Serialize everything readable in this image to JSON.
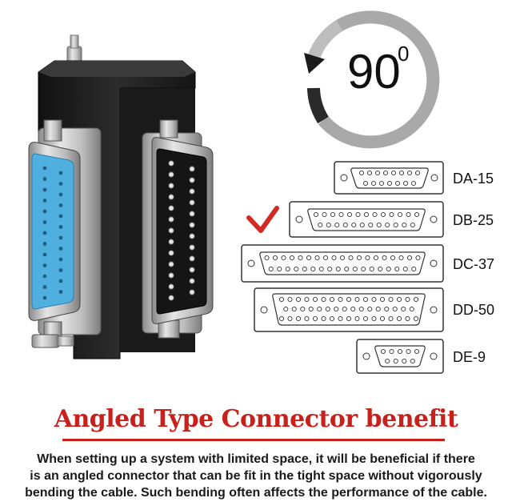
{
  "rotation": {
    "angle_label": "90",
    "degree_mark": "0"
  },
  "connector_types": [
    {
      "label": "DA-15",
      "top_pins": 8,
      "bottom_pins": 7,
      "selected": false
    },
    {
      "label": "DB-25",
      "top_pins": 13,
      "bottom_pins": 12,
      "selected": true
    },
    {
      "label": "DC-37",
      "top_pins": 19,
      "bottom_pins": 18,
      "selected": false
    },
    {
      "label": "DD-50",
      "top_pins": 17,
      "middle_pins": 16,
      "bottom_pins": 17,
      "selected": false
    },
    {
      "label": "DE-9",
      "top_pins": 5,
      "bottom_pins": 4,
      "selected": false
    }
  ],
  "headline": "Angled Type Connector benefit",
  "description": {
    "line1": "When setting up a system with limited space, it will be beneficial if there",
    "line2": "is an angled connector that can be fit in the tight space without vigorously",
    "line3": "bending the cable. Such bending often affects the performance of the cable."
  },
  "colors": {
    "accent_red": "#c8201b",
    "female_insert": "#4fb0e0",
    "adapter_body": "#1e1e1e",
    "metal_shell": "#c7c7c7"
  }
}
